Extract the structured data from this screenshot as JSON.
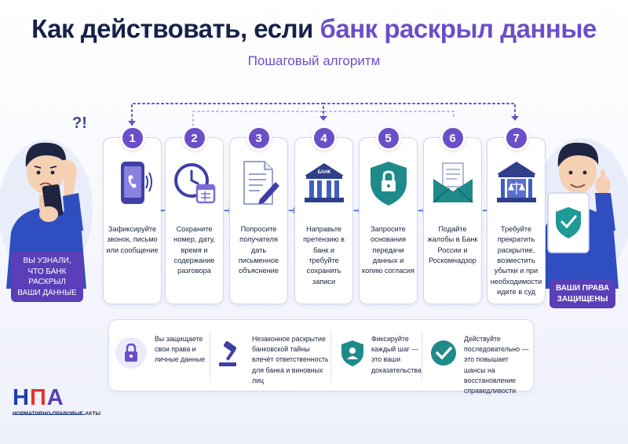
{
  "header": {
    "title_main": "Как действовать, если ",
    "title_accent": "банк раскрыл данные",
    "subtitle": "Пошаговый алгоритм"
  },
  "left_person": {
    "question_marks": "?!",
    "badge_line1": "ВЫ УЗНАЛИ,",
    "badge_line2": "ЧТО БАНК РАСКРЫЛ",
    "badge_line3": "ВАШИ ДАННЫЕ"
  },
  "right_person": {
    "badge_line1": "ВАШИ ПРАВА",
    "badge_line2": "ЗАЩИЩЕНЫ"
  },
  "steps": [
    {
      "number": "1",
      "icon": "phone-icon",
      "text": "Зафиксируйте звонок, письмо или сообщение"
    },
    {
      "number": "2",
      "icon": "clock-calendar-icon",
      "text": "Сохраните номер, дату, время и содержание разговора"
    },
    {
      "number": "3",
      "icon": "document-pen-icon",
      "text": "Попросите получателя дать письменное объяснение"
    },
    {
      "number": "4",
      "icon": "bank-icon",
      "icon_label": "БАНК",
      "text": "Направьте претензию в банк и требуйте сохранить записи"
    },
    {
      "number": "5",
      "icon": "shield-lock-icon",
      "text": "Запросите основания передачи данных и копию согласия"
    },
    {
      "number": "6",
      "icon": "envelope-icon",
      "text": "Подайте жалобы в Банк России и Роскомнадзор"
    },
    {
      "number": "7",
      "icon": "court-icon",
      "text": "Требуйте прекратить раскрытие, возместить убытки и при необходимости идите в суд"
    }
  ],
  "info": [
    {
      "icon": "padlock-icon",
      "text": "Вы защищаете свои права и личные данные"
    },
    {
      "icon": "gavel-icon",
      "text": "Незаконное раскрытие банковской тайны влечёт ответственность для банка и виновных лиц"
    },
    {
      "icon": "shield-person-icon",
      "text": "Фиксируйте каждый шаг — это ваши доказательства"
    },
    {
      "icon": "check-circle-icon",
      "text": "Действуйте последовательно — это повышает шансы на восстановление справедливости"
    }
  ],
  "logo": {
    "letter1": "Н",
    "letter2": "П",
    "letter3": "А",
    "caption": "НОРМАТИВНО-ПРАВОВЫЕ АКТЫ"
  },
  "colors": {
    "accent": "#6b4fc9",
    "badge": "#5a3fb8",
    "dark": "#16224a",
    "blue": "#2f5fc9",
    "teal": "#1f8a8a"
  }
}
